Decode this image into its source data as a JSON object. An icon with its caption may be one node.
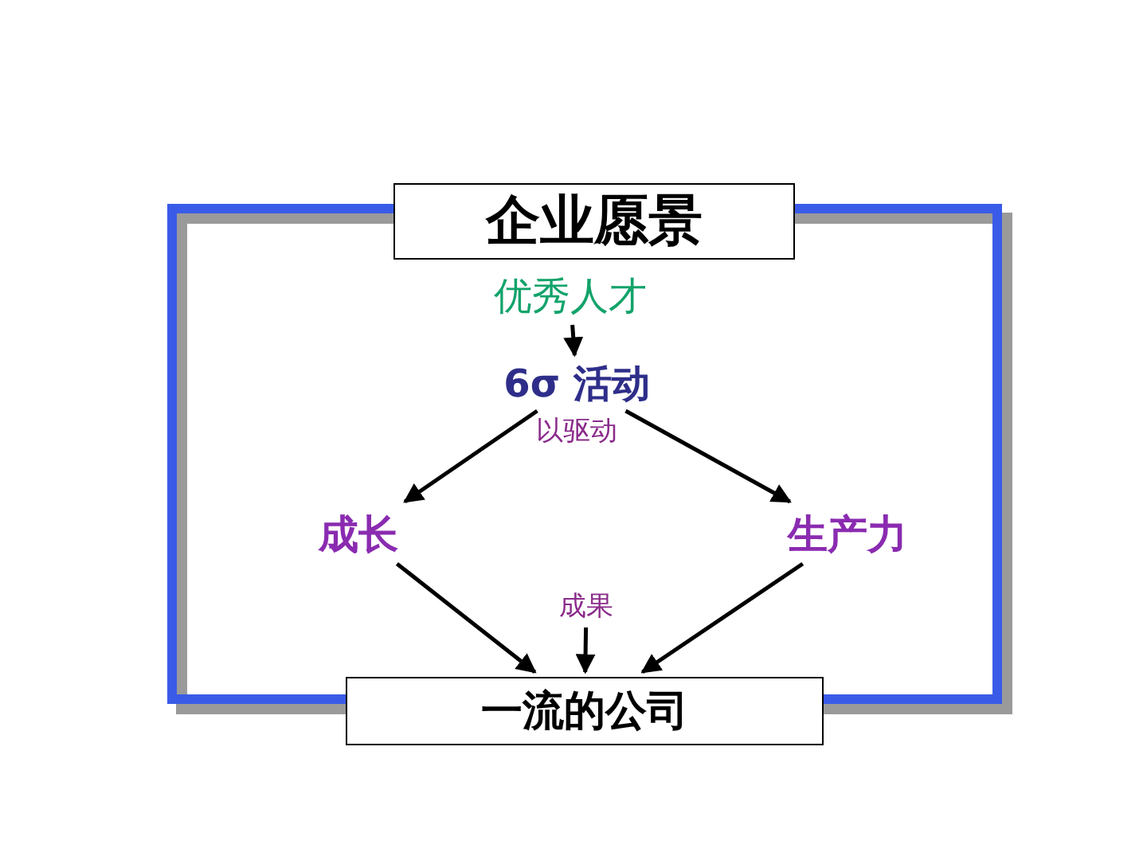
{
  "diagram": {
    "nodes": [
      {
        "text": [
          "企业愿景"
        ]
      },
      {
        "text": [
          "优秀人才"
        ]
      },
      {
        "text": [
          "6σ 活动"
        ],
        "beside": [
          "以驱动"
        ]
      },
      {
        "text": [
          "成长"
        ]
      },
      {
        "text": [
          "生产力"
        ]
      },
      {
        "text": [
          "成果"
        ]
      },
      {
        "text": [
          "一流的公司"
        ]
      }
    ],
    "edges": [
      {
        "from": 1,
        "to": 2,
        "arrow": "to"
      },
      {
        "from": 2,
        "to": 3,
        "arrow": "to"
      },
      {
        "from": 2,
        "to": 4,
        "arrow": "to"
      },
      {
        "from": 3,
        "to": 6,
        "arrow": "to"
      },
      {
        "from": 4,
        "to": 6,
        "arrow": "to"
      },
      {
        "from": 5,
        "to": 6,
        "arrow": "to"
      }
    ]
  }
}
